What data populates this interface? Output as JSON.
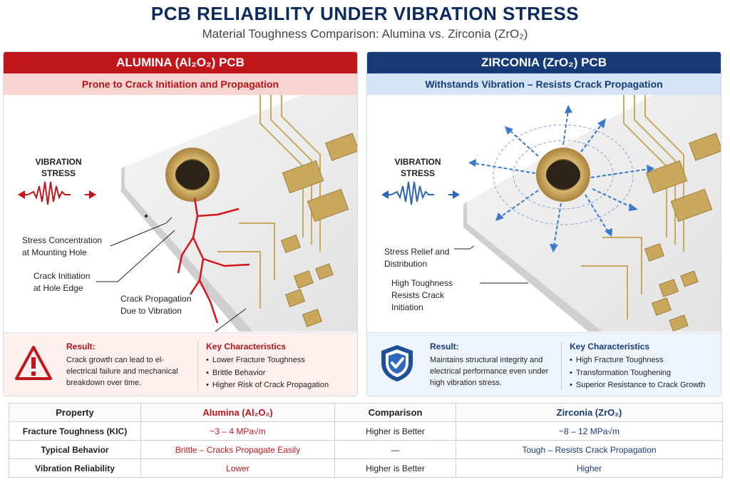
{
  "header": {
    "title": "PCB RELIABILITY UNDER VIBRATION STRESS",
    "subtitle": "Material Toughness Comparison: Alumina vs. Zirconia (ZrO₂)"
  },
  "colors": {
    "alumina": "#c0161c",
    "zirconia": "#173b76",
    "gold": "#c9a85c"
  },
  "left_panel": {
    "title": "ALUMINA (Al₂O₂) PCB",
    "subtitle": "Prone to Crack Initiation and Propagation",
    "vibration_label_1": "VIBRATION",
    "vibration_label_2": "STRESS",
    "label_stress_1": "Stress Concentration",
    "label_stress_2": "at Mounting Hole",
    "label_init_1": "Crack Initiation",
    "label_init_2": "at Hole Edge",
    "label_prop_1": "Crack Propagation",
    "label_prop_2": "Due to Vibration",
    "result_icon": "warning-triangle-icon",
    "result_title": "Result:",
    "result_text": "Crack growth can lead to el- electrical failure and mechanical breakdown over time.",
    "kc_title": "Key Characteristics",
    "kc_items": [
      "Lower Fracture Toughness",
      "Brittle Behavior",
      "Higher Risk of Crack Propagation"
    ]
  },
  "right_panel": {
    "title": "ZIRCONIA (ZrO₂) PCB",
    "subtitle": "Withstands Vibration – Resists Crack Propagation",
    "vibration_label_1": "VIBRATION",
    "vibration_label_2": "STRESS",
    "label_relief_1": "Stress Relief and",
    "label_relief_2": "Distribution",
    "label_tough_1": "High Toughness",
    "label_tough_2": "Resists Crack",
    "label_tough_3": "Initiation",
    "result_icon": "shield-check-icon",
    "result_title": "Result:",
    "result_text": "Maintains structural integrity and electrical performance even under high vibration stress.",
    "kc_title": "Key Characteristics",
    "kc_items": [
      "High Fracture Toughness",
      "Transformation Toughening",
      "Superior Resistance to Crack Growth"
    ]
  },
  "table": {
    "headers": [
      "Property",
      "Alumina (Al₂O₂)",
      "Comparison",
      "Zirconia (ZrO₂)"
    ],
    "rows": [
      [
        "Fracture Toughness (KIC)",
        "~3 – 4 MPa√m",
        "Higher is Better",
        "~8 – 12 MPa√m"
      ],
      [
        "Typical Behavior",
        "Brittle – Cracks Propagate Easily",
        "—",
        "Tough – Resists Crack Propagation"
      ],
      [
        "Vibration Reliability",
        "Lower",
        "Higher is Better",
        "Higher"
      ]
    ]
  }
}
